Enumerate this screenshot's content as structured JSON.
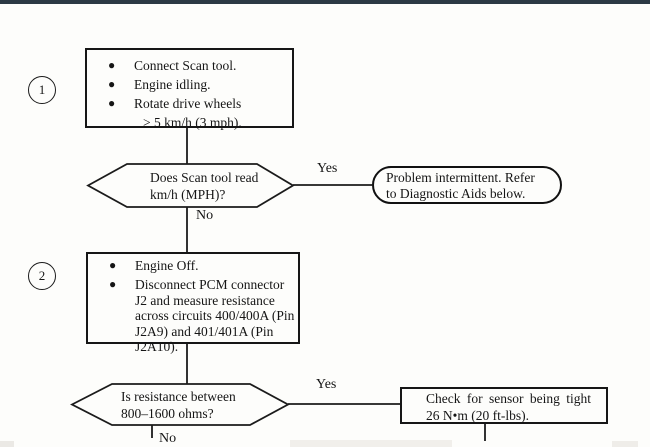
{
  "page": {
    "top_bar_color": "#2c3944",
    "paper_color": "#fdfdfb",
    "ink_color": "#1b1b1b"
  },
  "flowchart": {
    "step1": {
      "number": "1",
      "rows": [
        {
          "bullet": "●",
          "text": "Connect Scan tool."
        },
        {
          "bullet": "●",
          "text": "Engine idling."
        },
        {
          "bullet": "●",
          "text": "Rotate drive wheels"
        },
        {
          "bullet": "",
          "text": "> 5 km/h (3 mph)."
        }
      ]
    },
    "decision1": {
      "line1": "Does Scan tool read",
      "line2": "km/h (MPH)?",
      "yes_label": "Yes",
      "no_label": "No"
    },
    "terminal1": {
      "line1": "Problem intermittent. Refer",
      "line2": "to Diagnostic Aids below."
    },
    "step2": {
      "number": "2",
      "rows": [
        {
          "bullet": "●",
          "text": "Engine Off."
        },
        {
          "bullet": "●",
          "text": "Disconnect PCM connector"
        },
        {
          "bullet": "",
          "text": "J2 and measure resistance"
        },
        {
          "bullet": "",
          "text": "across circuits 400/400A (Pin"
        },
        {
          "bullet": "",
          "text": "J2A9) and 401/401A (Pin"
        },
        {
          "bullet": "",
          "text": "J2A10)."
        }
      ]
    },
    "decision2": {
      "line1": "Is resistance between",
      "line2": "800–1600 ohms?",
      "yes_label": "Yes",
      "no_label": "No"
    },
    "action1": {
      "line1": "Check for sensor being tight",
      "line2": "26 N•m (20 ft-lbs)."
    }
  }
}
